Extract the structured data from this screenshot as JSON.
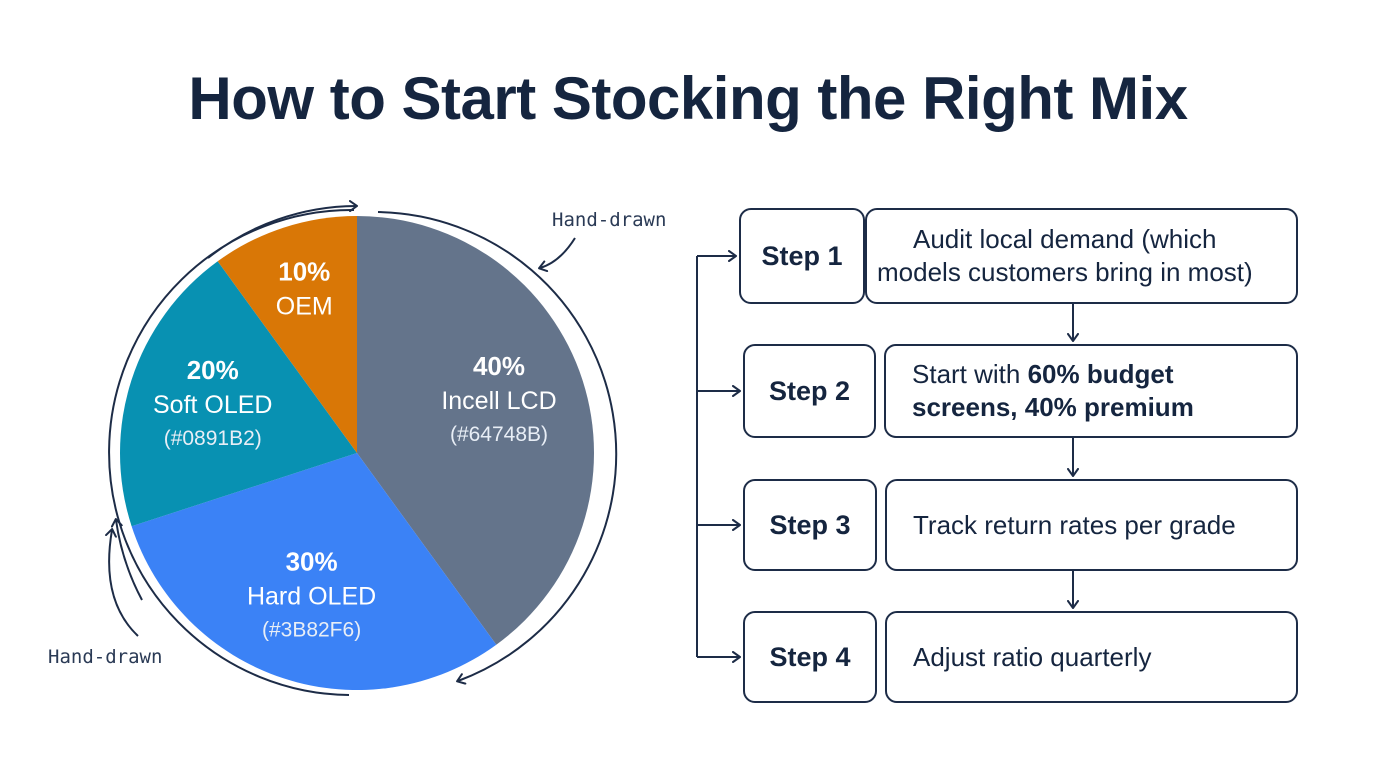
{
  "title": "How to Start Stocking the Right Mix",
  "chart_data": {
    "type": "pie",
    "slices": [
      {
        "pct_label": "40%",
        "name": "Incell LCD",
        "hex_label": "(#64748B)",
        "value": 40,
        "color": "#64748B"
      },
      {
        "pct_label": "30%",
        "name": "Hard OLED",
        "hex_label": "(#3B82F6)",
        "value": 30,
        "color": "#3B82F6"
      },
      {
        "pct_label": "20%",
        "name": "Soft OLED",
        "hex_label": "(#0891B2)",
        "value": 20,
        "color": "#0891B2"
      },
      {
        "pct_label": "10%",
        "name": "OEM",
        "hex_label": "",
        "value": 10,
        "color": "#D97706"
      }
    ],
    "start_angle_deg": 0,
    "direction": "clockwise"
  },
  "annotations": {
    "top": "Hand-drawn",
    "bottom": "Hand-drawn"
  },
  "steps": [
    {
      "label": "Step 1",
      "line1": "Audit local demand (which",
      "line2": "models customers bring in most)"
    },
    {
      "label": "Step 2",
      "line1_pre": "Start with ",
      "line1_bold": "60% budget",
      "line2_bold": "screens, 40% premium"
    },
    {
      "label": "Step 3",
      "line1": "Track return rates per grade"
    },
    {
      "label": "Step 4",
      "line1": "Adjust ratio quarterly"
    }
  ],
  "colors": {
    "text": "#15253f",
    "stroke": "#1d2c47"
  }
}
